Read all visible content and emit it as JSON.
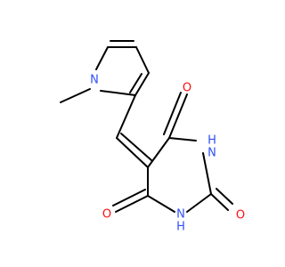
{
  "colors": {
    "bond": "#000000",
    "nitrogen": "#3050F8",
    "oxygen": "#FF0D0D",
    "background": "#ffffff"
  },
  "labels": {
    "pyrrole_n": "N",
    "o_top": "O",
    "o_right": "O",
    "o_bottom": "O",
    "nh_top": "H",
    "nh_top_n": "N",
    "nh_bottom": "H",
    "nh_bottom_n": "N"
  }
}
